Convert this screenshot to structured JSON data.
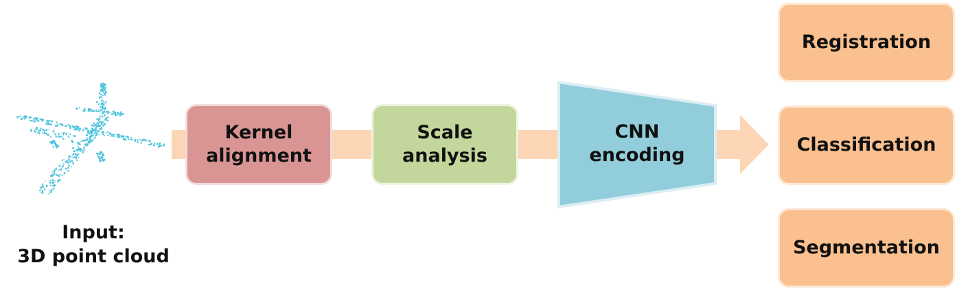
{
  "input": {
    "label": "Input:\n3D point cloud",
    "icon": "airplane-point-cloud-icon"
  },
  "stages": {
    "kernel": "Kernel\nalignment",
    "scale": "Scale\nanalysis",
    "cnn": "CNN\nencoding"
  },
  "outputs": {
    "registration": "Registration",
    "classification": "Classification",
    "segmentation": "Segmentation"
  },
  "colors": {
    "arrow": "#fcd5b5",
    "kernel": "#d99594",
    "scale": "#c3d69b",
    "cnn": "#92cddc",
    "output": "#fac08f",
    "point_cloud": "#4fc4dc"
  }
}
